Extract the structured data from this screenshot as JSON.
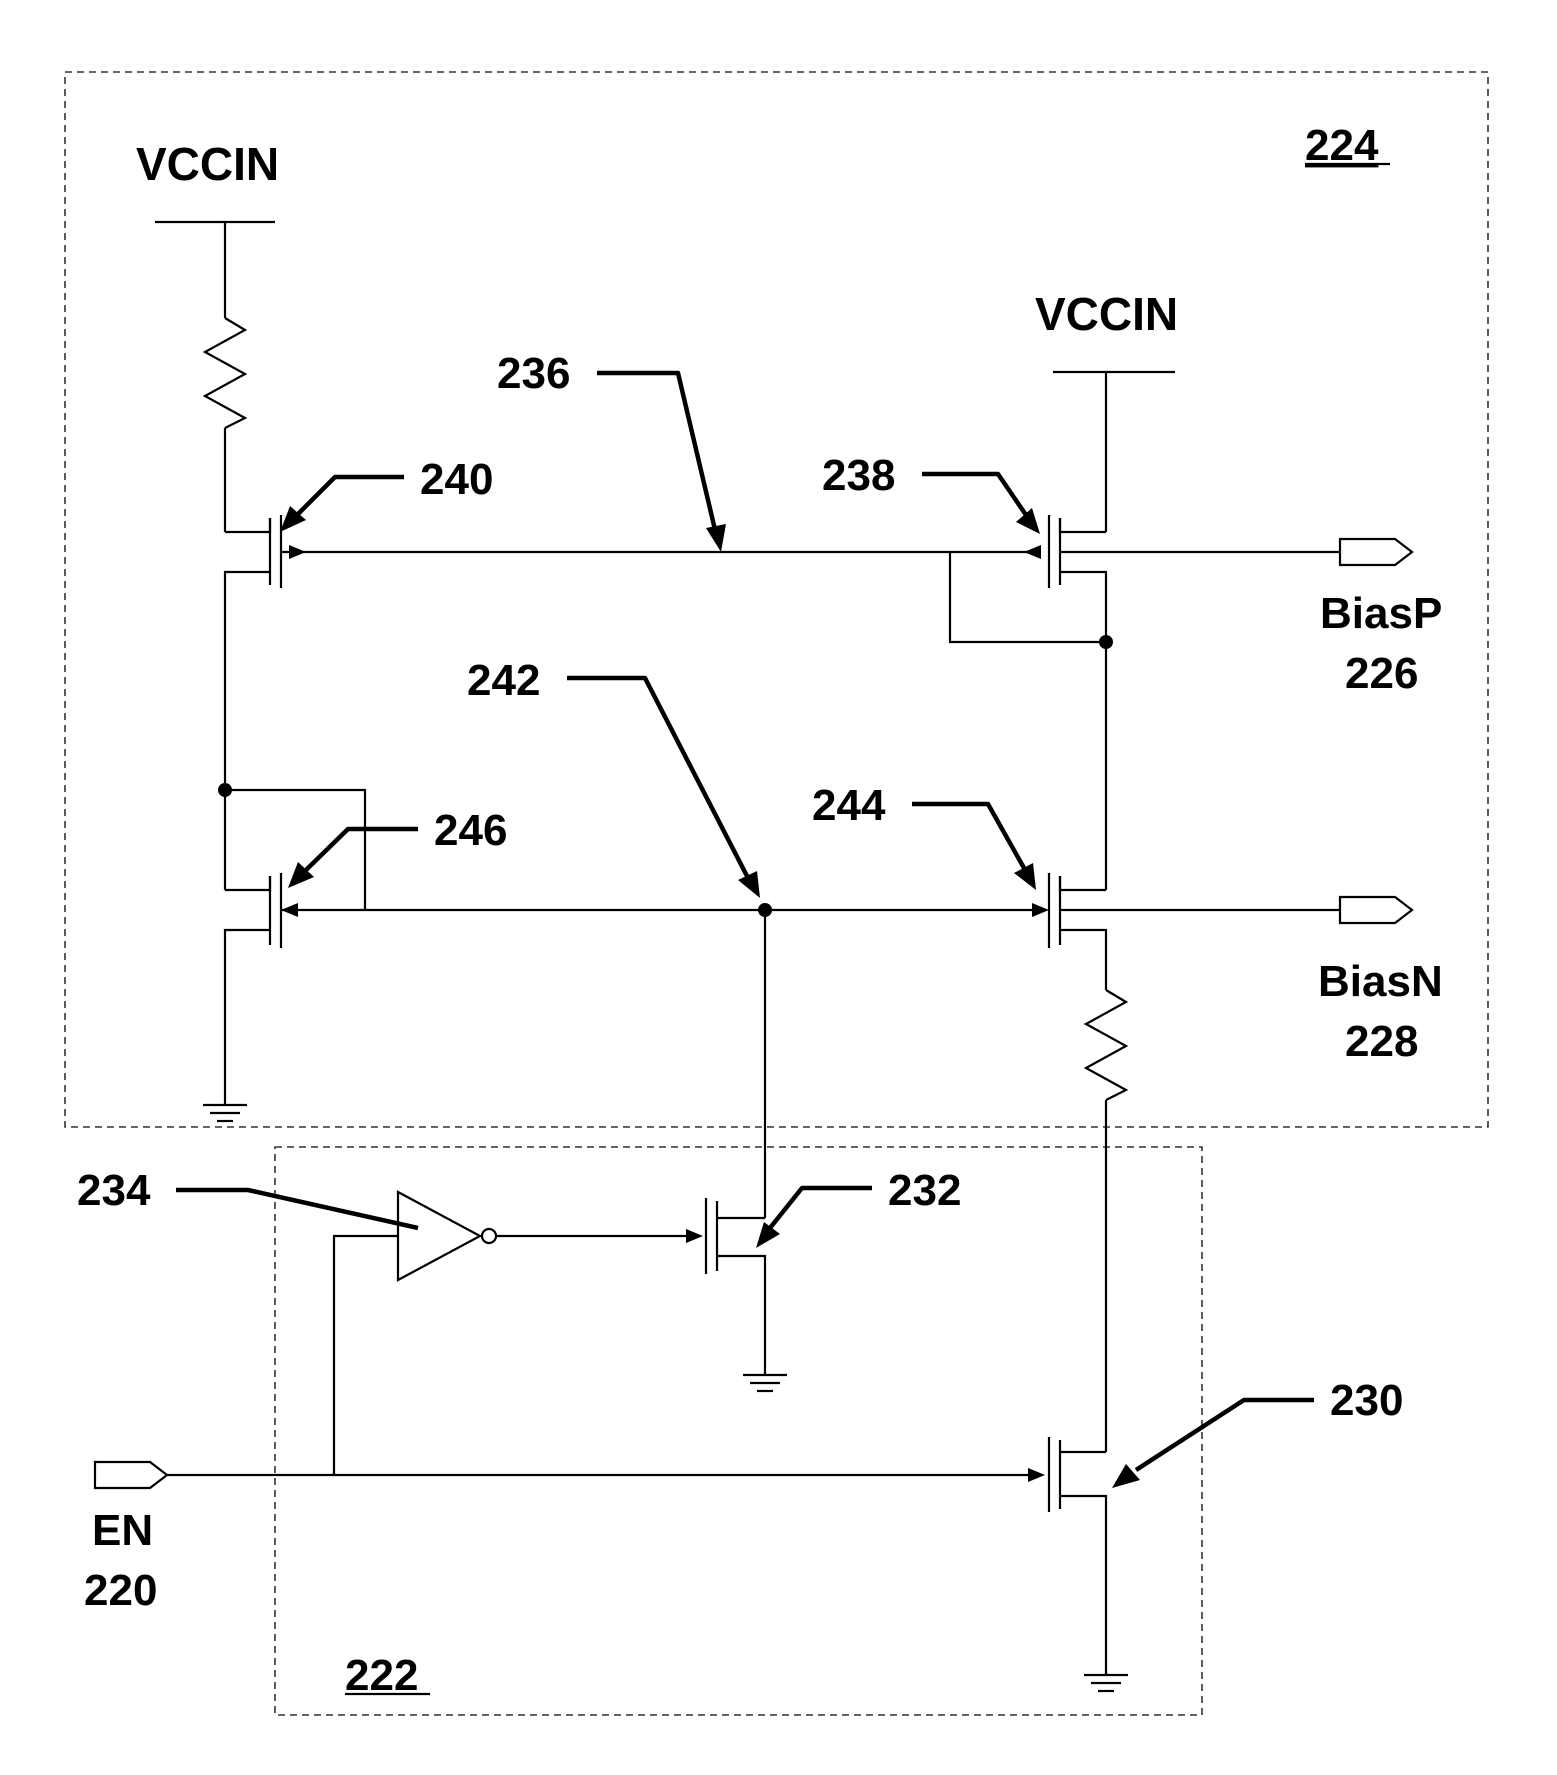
{
  "blocks": {
    "outer_label": "224",
    "lower_label": "222"
  },
  "supplies": {
    "left": "VCCIN",
    "right": "VCCIN"
  },
  "outputs": {
    "biasp_name": "BiasP",
    "biasp_ref": "226",
    "biasn_name": "BiasN",
    "biasn_ref": "228"
  },
  "input": {
    "name": "EN",
    "ref": "220"
  },
  "refs": {
    "r236": "236",
    "r238": "238",
    "r240": "240",
    "r242": "242",
    "r244": "244",
    "r246": "246",
    "r234": "234",
    "r232": "232",
    "r230": "230"
  }
}
